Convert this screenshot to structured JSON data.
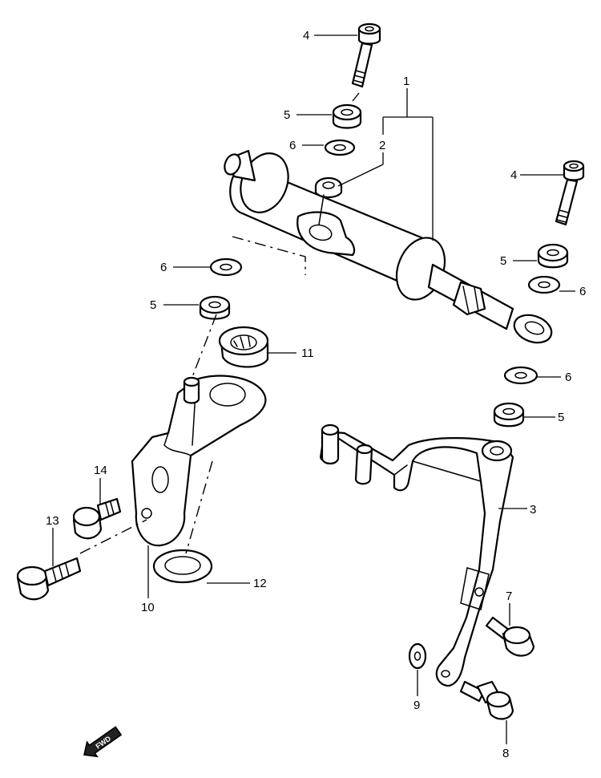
{
  "callouts": {
    "c1": "1",
    "c2": "2",
    "c3": "3",
    "c4a": "4",
    "c4b": "4",
    "c5a": "5",
    "c5b": "5",
    "c5c": "5",
    "c5d": "5",
    "c6a": "6",
    "c6b": "6",
    "c6c": "6",
    "c6d": "6",
    "c7": "7",
    "c8": "8",
    "c9": "9",
    "c10": "10",
    "c11": "11",
    "c12": "12",
    "c13": "13",
    "c14": "14"
  },
  "direction_marker": {
    "text": "FWD"
  }
}
